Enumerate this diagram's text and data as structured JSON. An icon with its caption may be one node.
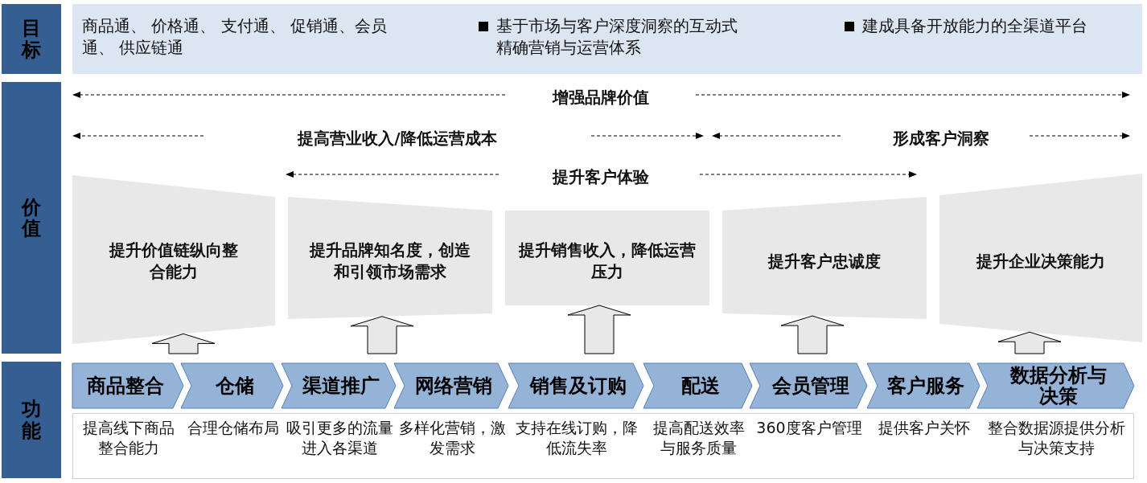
{
  "diagram": {
    "nodes": [
      {
        "text": [
          "目标"
        ]
      },
      {
        "text": [
          "价值"
        ]
      },
      {
        "text": [
          "功能"
        ]
      },
      {
        "text": [
          "商品通、 价格通、 支付通、 促销通、会员通、 供应链通",
          "基于市场与客户深度洞察的互动式精确营销与运营体系",
          "建成具备开放能力的全渠道平台"
        ]
      },
      {
        "text": [
          "提升价值链纵向整合能力"
        ]
      },
      {
        "text": [
          "提升品牌知名度，创造和引领市场需求"
        ]
      },
      {
        "text": [
          "提升销售收入，降低运营压力"
        ]
      },
      {
        "text": [
          "提升客户忠诚度"
        ]
      },
      {
        "text": [
          "提升企业决策能力"
        ]
      },
      {
        "text": [
          "商品整合"
        ]
      },
      {
        "text": [
          "仓储"
        ]
      },
      {
        "text": [
          "渠道推广"
        ]
      },
      {
        "text": [
          "网络营销"
        ]
      },
      {
        "text": [
          "销售及订购"
        ]
      },
      {
        "text": [
          "配送"
        ]
      },
      {
        "text": [
          "会员管理"
        ]
      },
      {
        "text": [
          "客户服务"
        ]
      },
      {
        "text": [
          "数据分析与决策"
        ]
      },
      {
        "text": [
          "提高线下商品整合能力",
          "合理仓储布局",
          "吸引更多的流量进入各渠道",
          "多样化营销，激发需求",
          "支持在线订购，降低流失率",
          "提高配送效率与服务质量",
          "360度客户管理",
          "提供客户关怀",
          "整合数据源提供分析与决策支持"
        ]
      }
    ],
    "edges": [
      {
        "from": null,
        "to": 4,
        "arrow": "to"
      },
      {
        "from": null,
        "to": 5,
        "arrow": "to"
      },
      {
        "from": null,
        "to": 6,
        "arrow": "to"
      },
      {
        "from": null,
        "to": 7,
        "arrow": "to"
      },
      {
        "from": null,
        "to": 8,
        "arrow": "to"
      }
    ],
    "labels": [
      "增强品牌价值",
      "提高营业收入/降低运营成本",
      "形成客户洞察",
      "提升客户体验"
    ]
  }
}
